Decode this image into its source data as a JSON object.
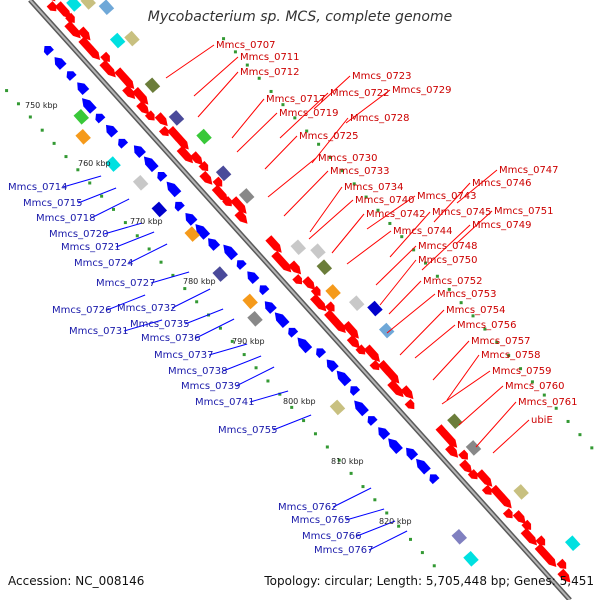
{
  "title": "Mycobacterium sp. MCS, complete genome",
  "footer": {
    "accession": "Accession: NC_008146",
    "topology": "Topology: circular; Length: 5,705,448 bp; Genes: 5,451"
  },
  "colors": {
    "backbone": "#8c8c8c",
    "forward": "#ff0000",
    "reverse": "#0000ff",
    "dots": "#339933",
    "label_forward": "#cc0000",
    "label_reverse": "#1a1aaa"
  },
  "tick_labels": [
    "750 kbp",
    "760 kbp",
    "770 kbp",
    "780 kbp",
    "790 kbp",
    "800 kbp",
    "810 kbp",
    "820 kbp"
  ],
  "labels_right": [
    "Mmcs_0707",
    "Mmcs_0711",
    "Mmcs_0712",
    "Mmcs_0723",
    "Mmcs_0717",
    "Mmcs_0722",
    "Mmcs_0729",
    "Mmcs_0719",
    "Mmcs_0728",
    "Mmcs_0725",
    "Mmcs_0730",
    "Mmcs_0733",
    "Mmcs_0747",
    "Mmcs_0746",
    "Mmcs_0734",
    "Mmcs_0743",
    "Mmcs_0740",
    "Mmcs_0745",
    "Mmcs_0751",
    "Mmcs_0742",
    "Mmcs_0749",
    "Mmcs_0744",
    "Mmcs_0748",
    "Mmcs_0750",
    "Mmcs_0752",
    "Mmcs_0753",
    "Mmcs_0754",
    "Mmcs_0756",
    "Mmcs_0757",
    "Mmcs_0758",
    "Mmcs_0759",
    "Mmcs_0760",
    "Mmcs_0761",
    "ubiE"
  ],
  "labels_left": [
    "Mmcs_0714",
    "Mmcs_0715",
    "Mmcs_0718",
    "Mmcs_0720",
    "Mmcs_0721",
    "Mmcs_0724",
    "Mmcs_0727",
    "Mmcs_0726",
    "Mmcs_0732",
    "Mmcs_0731",
    "Mmcs_0735",
    "Mmcs_0736",
    "Mmcs_0737",
    "Mmcs_0738",
    "Mmcs_0739",
    "Mmcs_0741",
    "Mmcs_0755",
    "Mmcs_0762",
    "Mmcs_0765",
    "Mmcs_0766",
    "Mmcs_0767"
  ]
}
